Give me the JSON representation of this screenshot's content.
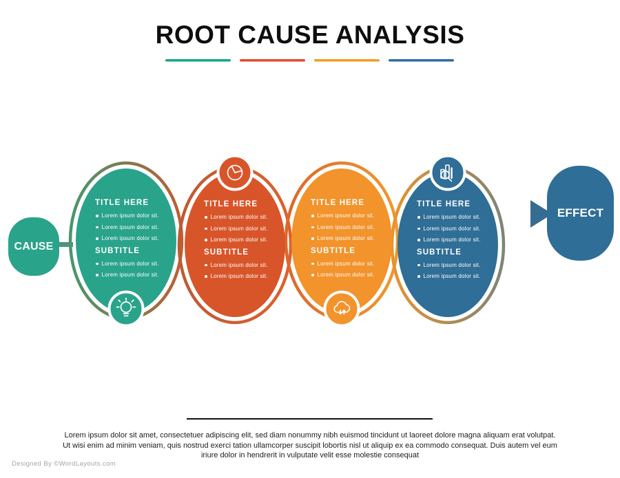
{
  "title": "ROOT CAUSE ANALYSIS",
  "title_underline": {
    "colors": [
      "#14A58C",
      "#E2492C",
      "#F49B27",
      "#2E6DA8"
    ]
  },
  "cause": {
    "label": "CAUSE",
    "fill": "#2AA38B"
  },
  "effect": {
    "label": "EFFECT",
    "fill": "#2F6E96"
  },
  "connector": {
    "cause_color": "#4E937B",
    "arrow_start": "#7C8577",
    "arrow_end": "#52758D",
    "arrowhead": "#366C92"
  },
  "bubbles": [
    {
      "title": "TITLE HERE",
      "bullets": [
        "Lorem ipsum dolor sit.",
        "Lorem ipsum dolor sit.",
        "Lorem ipsum dolor sit."
      ],
      "subtitle": "SUBTITLE",
      "subtitle_bullets": [
        "Lorem ipsum dolor sit.",
        "Lorem ipsum dolor sit."
      ],
      "fill": "#2AA38B",
      "ring": [
        "#47976E",
        "#BE5F32"
      ],
      "icon": "lightbulb-icon",
      "icon_position": "bottom"
    },
    {
      "title": "TITLE HERE",
      "bullets": [
        "Lorem ipsum dolor sit.",
        "Lorem ipsum dolor sit.",
        "Lorem ipsum dolor sit."
      ],
      "subtitle": "SUBTITLE",
      "subtitle_bullets": [
        "Lorem ipsum dolor sit.",
        "Lorem ipsum dolor sit."
      ],
      "fill": "#D8552A",
      "ring": [
        "#BC5B33",
        "#E0602B"
      ],
      "icon": "pie-chart-icon",
      "icon_position": "top"
    },
    {
      "title": "TITLE HERE",
      "bullets": [
        "Lorem ipsum dolor sit.",
        "Lorem ipsum dolor sit.",
        "Lorem ipsum dolor sit."
      ],
      "subtitle": "SUBTITLE",
      "subtitle_bullets": [
        "Lorem ipsum dolor sit.",
        "Lorem ipsum dolor sit."
      ],
      "fill": "#F2932B",
      "ring": [
        "#DE6629",
        "#EF9A2E"
      ],
      "icon": "cloud-sync-icon",
      "icon_position": "bottom"
    },
    {
      "title": "TITLE HERE",
      "bullets": [
        "Lorem ipsum dolor sit.",
        "Lorem ipsum dolor sit.",
        "Lorem ipsum dolor sit."
      ],
      "subtitle": "SUBTITLE",
      "subtitle_bullets": [
        "Lorem ipsum dolor sit.",
        "Lorem ipsum dolor sit."
      ],
      "fill": "#2F6E96",
      "ring": [
        "#E9922C",
        "#7C8577"
      ],
      "icon": "bar-chart-magnifier-icon",
      "icon_position": "top"
    }
  ],
  "footer": {
    "paragraph": "Lorem ipsum dolor sit amet, consectetuer adipiscing elit, sed diam nonummy nibh euismod tincidunt ut laoreet dolore magna aliquam erat volutpat. Ut wisi enim ad minim veniam, quis nostrud exerci tation ullamcorper suscipit lobortis nisl ut aliquip ex ea commodo consequat. Duis autem vel eum iriure dolor in hendrerit in vulputate velit esse molestie consequat",
    "credit": "Designed By ©WordLayouts.com"
  }
}
